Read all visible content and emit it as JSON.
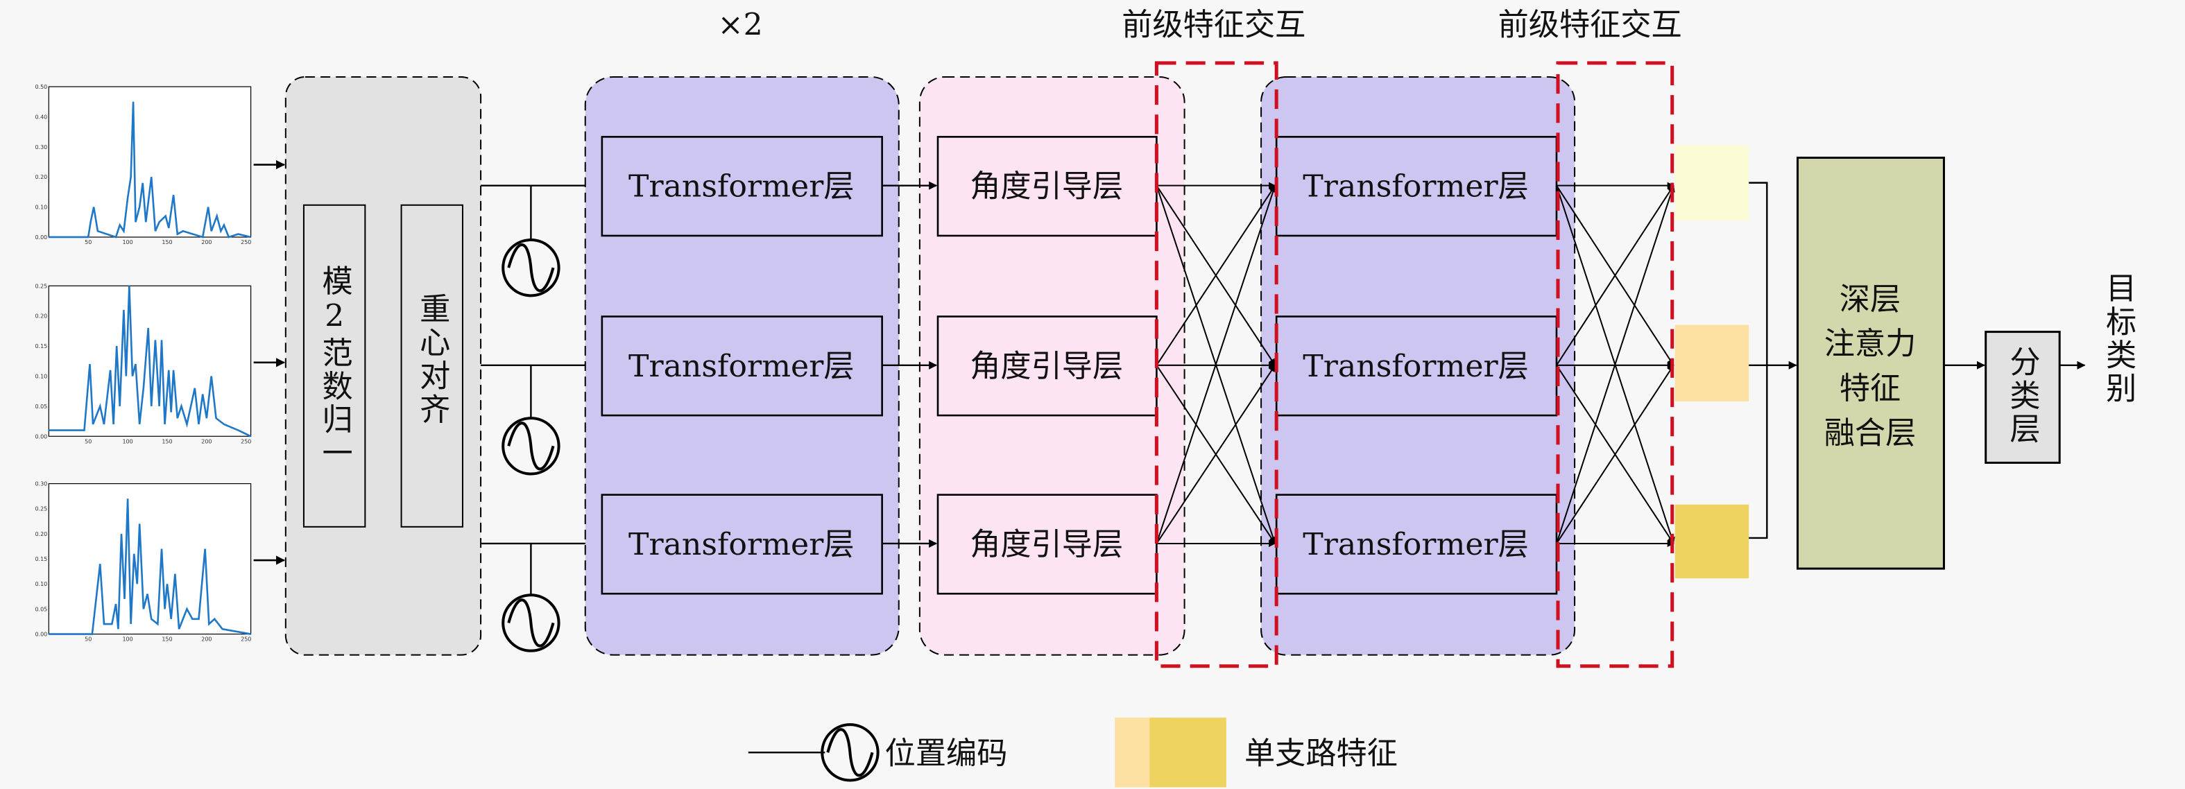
{
  "top_labels": {
    "repeat": "×2",
    "interaction_1": "前级特征交互",
    "interaction_2": "前级特征交互"
  },
  "preprocess": {
    "norm": "模2范数归一",
    "align": "重心对齐"
  },
  "transformer_label": "Transformer层",
  "angle_label": "角度引导层",
  "fusion_label": [
    "深层",
    "注意力",
    "特征",
    "融合层"
  ],
  "classifier_label": "分类层",
  "output_label": "目标类别",
  "legend": {
    "pos_encoding": "位置编码",
    "single_branch": "单支路特征"
  },
  "colors": {
    "preprocess_bg": "#e2e2e2",
    "transformer_bg": "#cdc6f0",
    "angle_bg": "#fde4f3",
    "fusion_bg": "#d4d7ab",
    "classifier_bg": "#e2e2e2",
    "red_dash": "#d01020",
    "line_blue": "#1f77c8",
    "branch_1": "#fbfbd6",
    "branch_2": "#fde1a2",
    "branch_3": "#efd360"
  },
  "chart_data": [
    {
      "type": "line",
      "xlim": [
        0,
        256
      ],
      "ylim": [
        0,
        0.5
      ],
      "xticks": [
        "50",
        "100",
        "150",
        "200",
        "250"
      ],
      "yticks": [
        "0.00",
        "0.10",
        "0.20",
        "0.30",
        "0.40",
        "0.50"
      ],
      "points": [
        [
          0,
          0
        ],
        [
          50,
          0
        ],
        [
          53,
          0.05
        ],
        [
          57,
          0.1
        ],
        [
          62,
          0.02
        ],
        [
          85,
          0
        ],
        [
          90,
          0.04
        ],
        [
          95,
          0.02
        ],
        [
          100,
          0.13
        ],
        [
          104,
          0.2
        ],
        [
          107,
          0.45
        ],
        [
          110,
          0.05
        ],
        [
          115,
          0.1
        ],
        [
          119,
          0.18
        ],
        [
          123,
          0.05
        ],
        [
          130,
          0.2
        ],
        [
          135,
          0.02
        ],
        [
          140,
          0.05
        ],
        [
          148,
          0.07
        ],
        [
          152,
          0.03
        ],
        [
          158,
          0.14
        ],
        [
          163,
          0.01
        ],
        [
          170,
          0.02
        ],
        [
          195,
          0
        ],
        [
          202,
          0.1
        ],
        [
          206,
          0.02
        ],
        [
          213,
          0.07
        ],
        [
          218,
          0.02
        ],
        [
          222,
          0.04
        ],
        [
          228,
          0
        ],
        [
          240,
          0.01
        ],
        [
          256,
          0
        ]
      ]
    },
    {
      "type": "line",
      "xlim": [
        0,
        256
      ],
      "ylim": [
        0,
        0.25
      ],
      "xticks": [
        "50",
        "100",
        "150",
        "200",
        "250"
      ],
      "yticks": [
        "0.00",
        "0.05",
        "0.10",
        "0.15",
        "0.20",
        "0.25"
      ],
      "points": [
        [
          0,
          0.01
        ],
        [
          45,
          0.01
        ],
        [
          52,
          0.12
        ],
        [
          56,
          0.02
        ],
        [
          65,
          0.05
        ],
        [
          70,
          0.02
        ],
        [
          78,
          0.11
        ],
        [
          82,
          0.02
        ],
        [
          86,
          0.15
        ],
        [
          90,
          0.05
        ],
        [
          95,
          0.21
        ],
        [
          98,
          0.1
        ],
        [
          102,
          0.25
        ],
        [
          106,
          0.1
        ],
        [
          110,
          0.12
        ],
        [
          115,
          0.02
        ],
        [
          120,
          0.08
        ],
        [
          126,
          0.18
        ],
        [
          130,
          0.05
        ],
        [
          135,
          0.16
        ],
        [
          140,
          0.05
        ],
        [
          143,
          0.16
        ],
        [
          147,
          0.02
        ],
        [
          152,
          0.11
        ],
        [
          155,
          0.04
        ],
        [
          158,
          0.11
        ],
        [
          163,
          0.03
        ],
        [
          168,
          0.05
        ],
        [
          175,
          0.02
        ],
        [
          185,
          0.08
        ],
        [
          190,
          0.02
        ],
        [
          195,
          0.07
        ],
        [
          200,
          0.03
        ],
        [
          206,
          0.1
        ],
        [
          212,
          0.03
        ],
        [
          222,
          0.02
        ],
        [
          240,
          0.01
        ],
        [
          256,
          0
        ]
      ]
    },
    {
      "type": "line",
      "xlim": [
        0,
        256
      ],
      "ylim": [
        0,
        0.3
      ],
      "xticks": [
        "50",
        "100",
        "150",
        "200",
        "250"
      ],
      "yticks": [
        "0.00",
        "0.05",
        "0.10",
        "0.15",
        "0.20",
        "0.25",
        "0.30"
      ],
      "points": [
        [
          0,
          0
        ],
        [
          55,
          0
        ],
        [
          65,
          0.14
        ],
        [
          70,
          0.02
        ],
        [
          80,
          0.02
        ],
        [
          85,
          0.06
        ],
        [
          88,
          0.01
        ],
        [
          92,
          0.2
        ],
        [
          96,
          0.07
        ],
        [
          100,
          0.27
        ],
        [
          104,
          0.02
        ],
        [
          108,
          0.16
        ],
        [
          112,
          0.1
        ],
        [
          115,
          0.22
        ],
        [
          120,
          0.05
        ],
        [
          125,
          0.08
        ],
        [
          130,
          0.03
        ],
        [
          138,
          0.02
        ],
        [
          143,
          0.17
        ],
        [
          147,
          0.05
        ],
        [
          150,
          0.1
        ],
        [
          155,
          0.03
        ],
        [
          160,
          0.12
        ],
        [
          165,
          0.01
        ],
        [
          175,
          0.05
        ],
        [
          182,
          0.03
        ],
        [
          190,
          0.03
        ],
        [
          198,
          0.17
        ],
        [
          203,
          0.02
        ],
        [
          210,
          0.03
        ],
        [
          220,
          0.01
        ],
        [
          256,
          0
        ]
      ]
    }
  ]
}
